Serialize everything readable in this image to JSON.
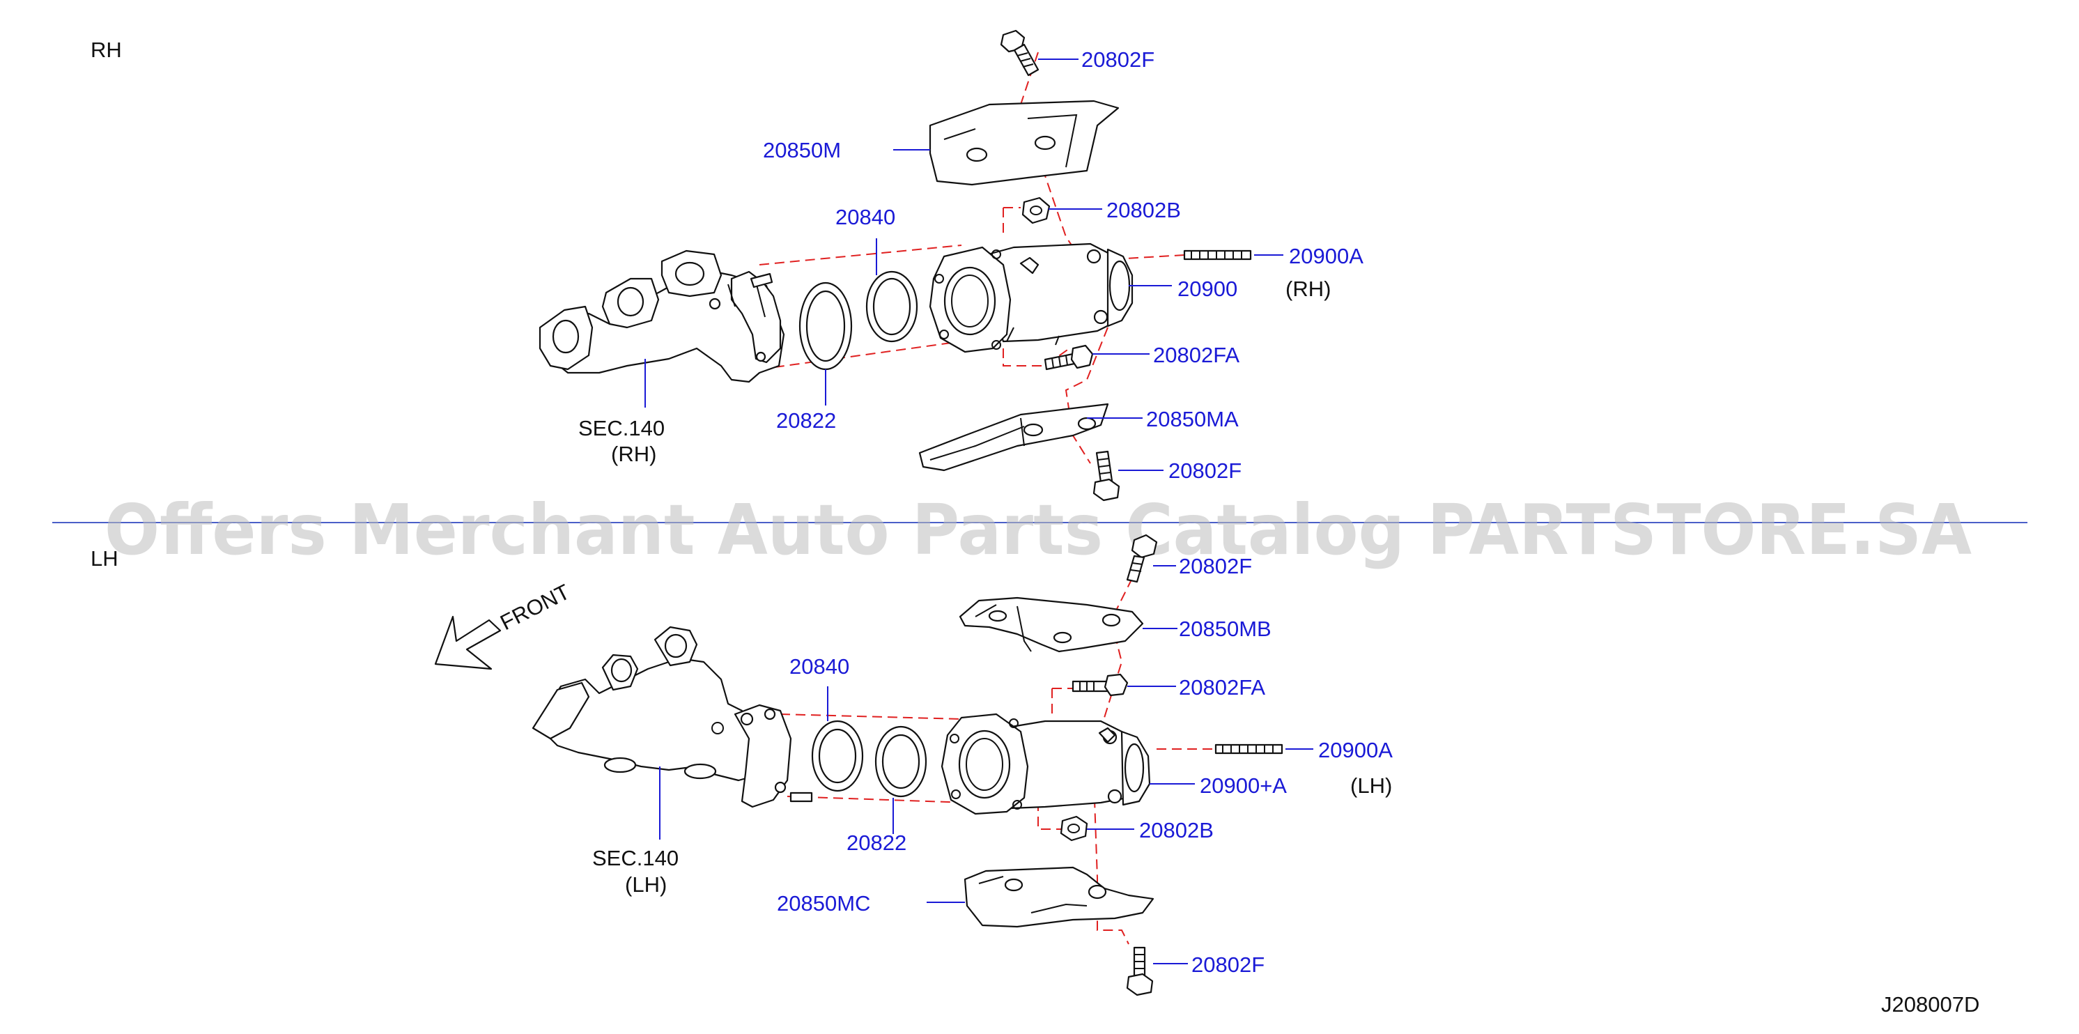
{
  "sections": {
    "rh": {
      "label": "RH",
      "sec_label": "SEC.140",
      "sec_side": "(RH)",
      "side_note": "(RH)"
    },
    "lh": {
      "label": "LH",
      "sec_label": "SEC.140",
      "sec_side": "(LH)",
      "side_note": "(LH)"
    }
  },
  "front_label": "FRONT",
  "watermark": "Offers Merchant Auto Parts Catalog PARTSTORE.SA",
  "diagram_code": "J208007D",
  "rh_parts": {
    "bolt_top": "20802F",
    "cover_upper": "20850M",
    "nut": "20802B",
    "gasket_a": "20840",
    "stud": "20900A",
    "converter": "20900",
    "bolt_fa": "20802FA",
    "gasket_b": "20822",
    "cover_lower": "20850MA",
    "bolt_bottom": "20802F"
  },
  "lh_parts": {
    "bolt_top": "20802F",
    "cover_upper": "20850MB",
    "bolt_fa": "20802FA",
    "gasket_a": "20840",
    "stud": "20900A",
    "converter": "20900+A",
    "gasket_b": "20822",
    "nut": "20802B",
    "cover_lower": "20850MC",
    "bolt_bottom": "20802F"
  }
}
